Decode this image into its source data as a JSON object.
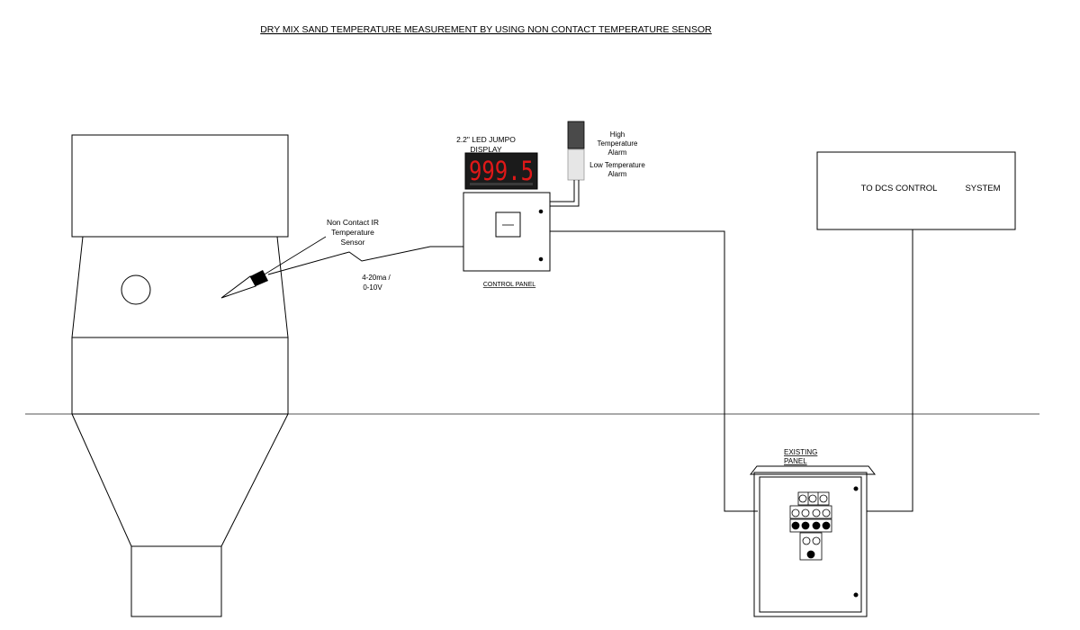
{
  "title": "DRY MIX SAND  TEMPERATURE MEASUREMENT BY USING NON CONTACT TEMPERATURE SENSOR",
  "sensor_label": [
    "Non Contact IR",
    "Temperature",
    "Sensor"
  ],
  "signal_label": [
    "4-20ma /",
    "0-10V"
  ],
  "display_label": [
    "2.2\" LED JUMPO",
    "DISPLAY"
  ],
  "display_value": "999.5",
  "alarm_high_label": [
    "High",
    "Temperature",
    "Alarm"
  ],
  "alarm_low_label": [
    "Low Temperature",
    "Alarm"
  ],
  "control_panel_label": "CONTROL PANEL",
  "dcs_label_left": "TO DCS CONTROL",
  "dcs_label_right": "SYSTEM",
  "existing_panel_label": [
    "EXISTING",
    "PANEL"
  ],
  "colors": {
    "line": "#000000",
    "display_bg": "#1b1b1b",
    "display_digits": "#e01818",
    "alarm_high": "#4a4a4a",
    "alarm_low": "#e6e6e6"
  }
}
